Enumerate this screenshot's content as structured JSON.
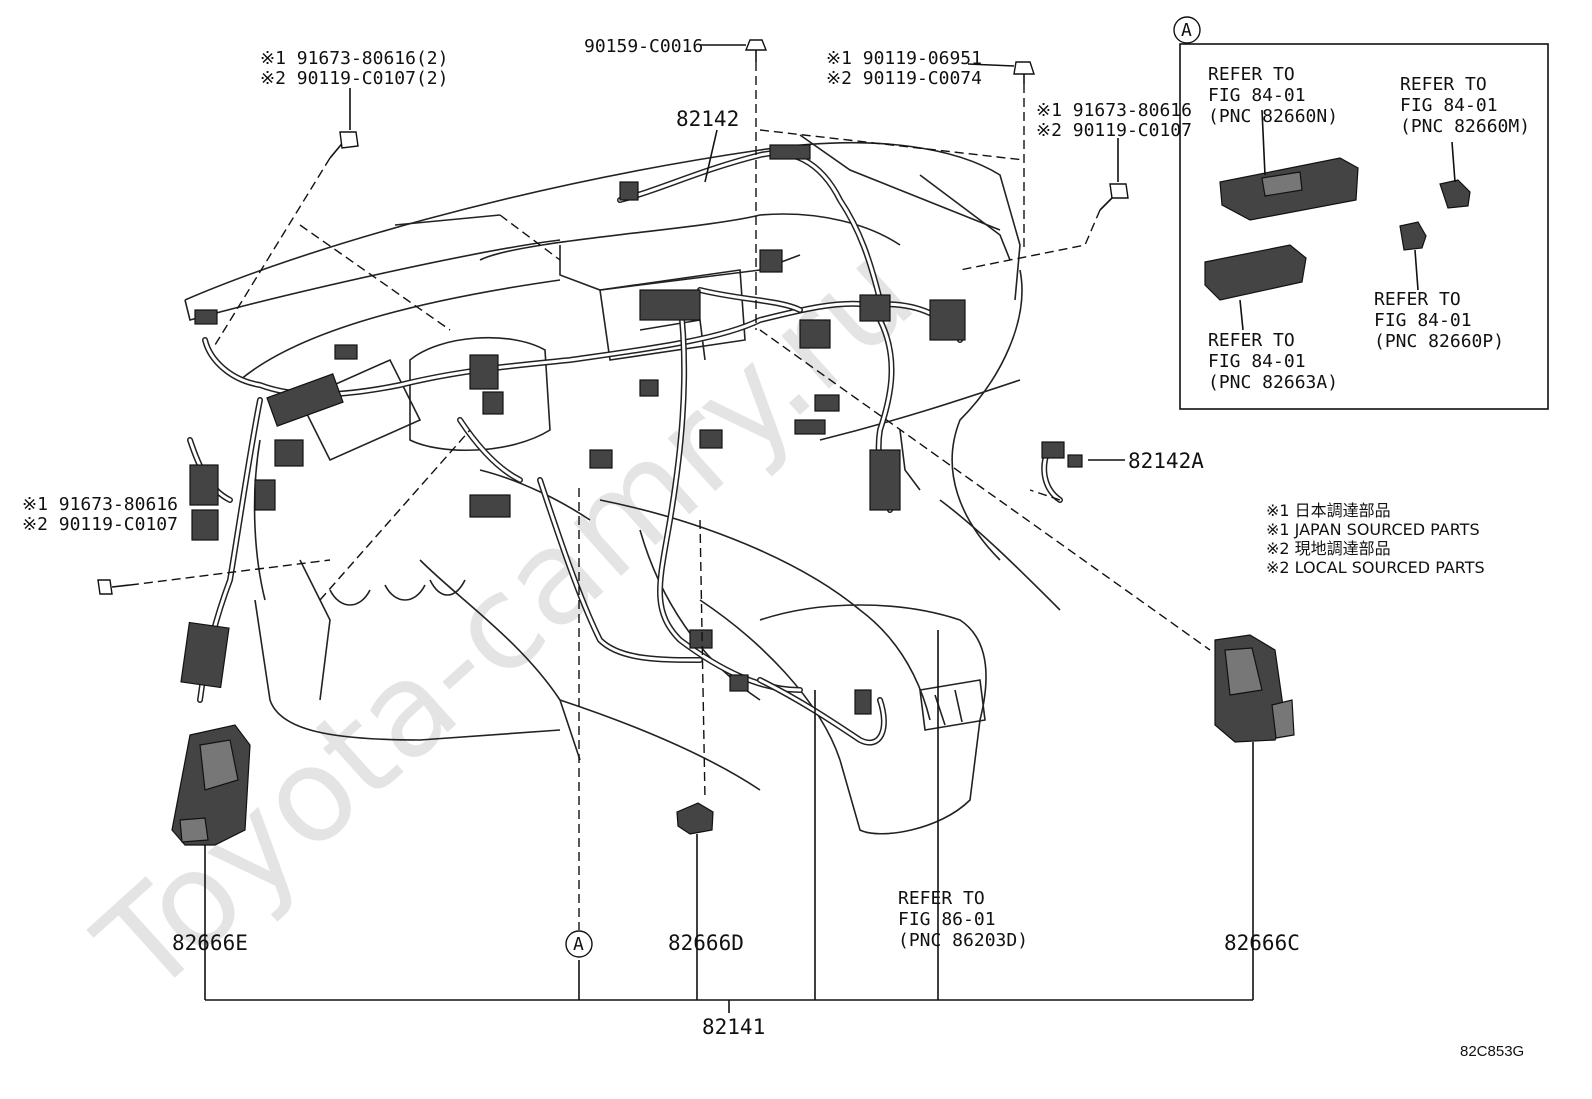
{
  "watermark": "Toyota-camry.ru",
  "figure_code": "82C853G",
  "inset": {
    "marker": "A"
  },
  "callouts": {
    "bolt_top_center": "90159-C0016",
    "bolt_top_left_1": "※1 91673-80616(2)",
    "bolt_top_left_2": "※2 90119-C0107(2)",
    "bolt_top_right_1": "※1 90119-06951",
    "bolt_top_right_2": "※2 90119-C0074",
    "bolt_right_1": "※1 91673-80616",
    "bolt_right_2": "※2 90119-C0107",
    "bolt_left_1": "※1 91673-80616",
    "bolt_left_2": "※2 90119-C0107",
    "harness_upper": "82142",
    "harness_small": "82142A",
    "block_e": "82666E",
    "block_d": "82666D",
    "block_c": "82666C",
    "main_harness": "82141",
    "marker_a": "A"
  },
  "refer_blocks": {
    "n": [
      "REFER TO",
      "FIG 84-01",
      "(PNC 82660N)"
    ],
    "m": [
      "REFER TO",
      "FIG 84-01",
      "(PNC 82660M)"
    ],
    "a": [
      "REFER TO",
      "FIG 84-01",
      "(PNC 82663A)"
    ],
    "p": [
      "REFER TO",
      "FIG 84-01",
      "(PNC 82660P)"
    ],
    "main": [
      "REFER TO",
      "FIG 86-01",
      "(PNC 86203D)"
    ]
  },
  "legend": [
    "※1 日本調達部品",
    "※1 JAPAN SOURCED PARTS",
    "※2 現地調達部品",
    "※2 LOCAL SOURCED PARTS"
  ]
}
